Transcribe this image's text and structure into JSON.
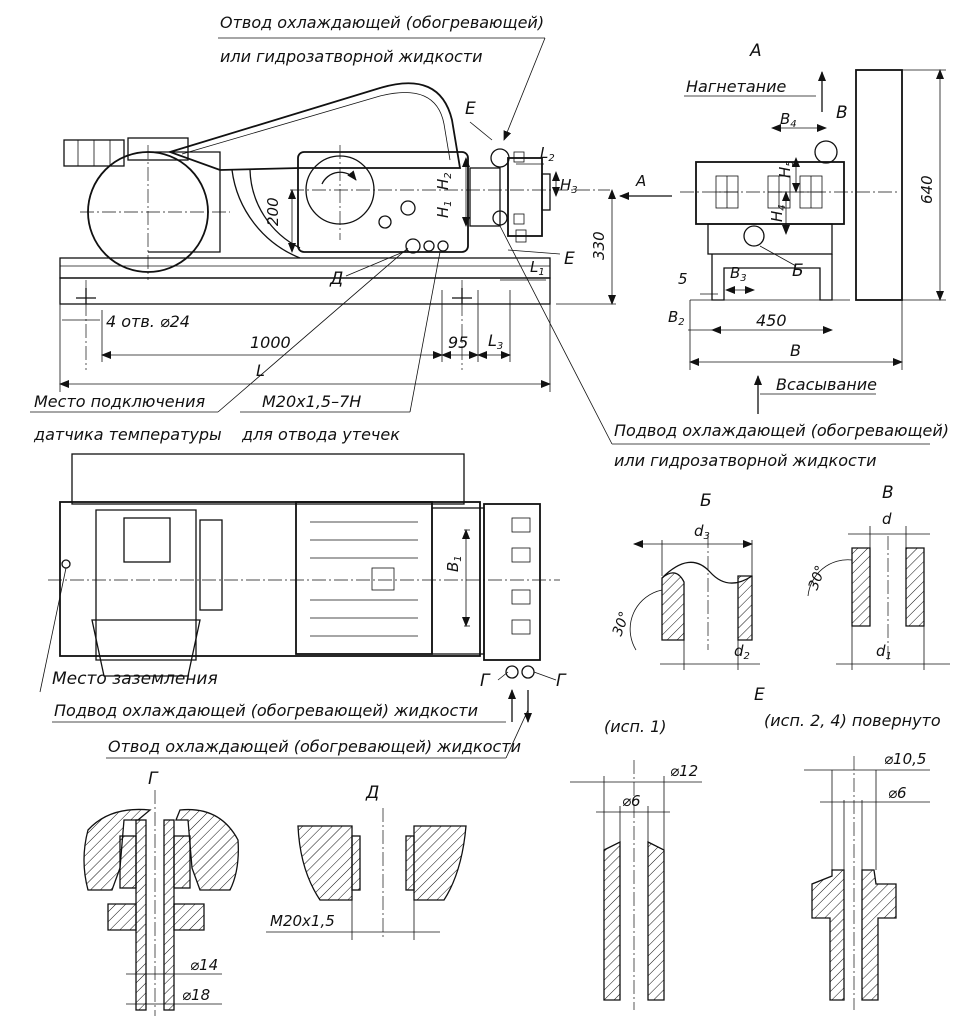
{
  "views": {
    "A": "А",
    "B": "Б",
    "V": "В",
    "G": "Г",
    "D": "Д",
    "E": "Е"
  },
  "labels": {
    "outlet_cooling_top_1": "Отвод охлаждающей (обогревающей)",
    "outlet_cooling_top_2": "или гидрозатворной  жидкости",
    "discharge": "Нагнетание",
    "suction": "Всасывание",
    "inlet_cooling_1": "Подвод охлаждающей (обогревающей)",
    "inlet_cooling_2": "или гидрозатворной  жидкости",
    "temp_sensor_1": "Место подключения",
    "temp_sensor_2": "датчика температуры",
    "leak_thread": "М20х1,5–7Н",
    "leak_drain": "для отвода утечек",
    "ground": "Место заземления",
    "inlet_cooling_plan": "Подвод охлаждающей (обогревающей) жидкости",
    "outlet_cooling_plan": "Отвод охлаждающей (обогревающей) жидкости",
    "var1": "(исп. 1)",
    "var24": "(исп. 2, 4) повернуто",
    "holes": "4 отв. ⌀24"
  },
  "dims": {
    "d1000": "1000",
    "d95": "95",
    "L": "L",
    "L1": "L",
    "L2": "L",
    "L3": "L",
    "d200": "200",
    "d330": "330",
    "d640": "640",
    "d450": "450",
    "d5": "5",
    "H1": "H",
    "H2": "H",
    "H3": "H",
    "H4": "H",
    "H5": "H",
    "B": "B",
    "B1": "B",
    "B2": "B",
    "B3": "B",
    "B4": "B",
    "d": "d",
    "d1": "d",
    "d2": "d",
    "d3": "d",
    "angle30": "30°",
    "phi12": "⌀12",
    "phi6": "⌀6",
    "phi10_5": "⌀10,5",
    "phi6b": "⌀6",
    "phi14": "⌀14",
    "phi18": "⌀18",
    "m20": "М20х1,5",
    "sub1": "1",
    "sub2": "2",
    "sub3": "3",
    "sub4": "4",
    "sub5": "5",
    "arrowA": "А"
  }
}
